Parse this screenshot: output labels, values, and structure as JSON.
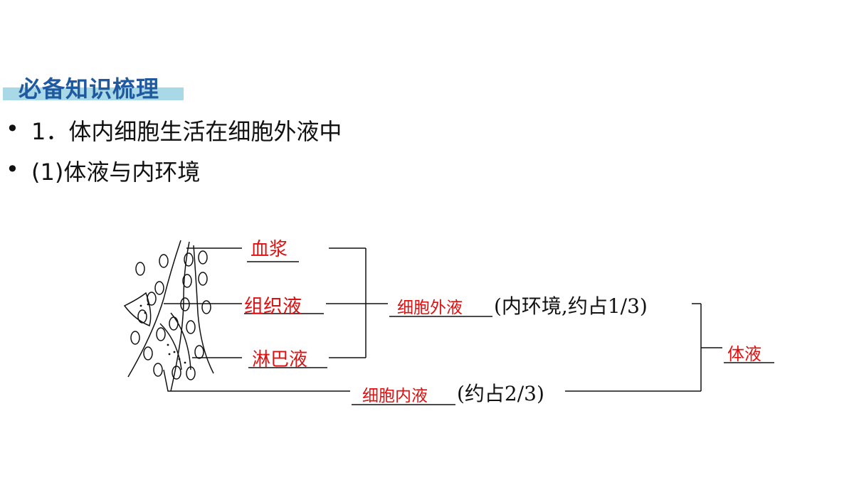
{
  "section": {
    "title": "必备知识梳理"
  },
  "points": [
    {
      "bullet": "•",
      "text": "1．体内细胞生活在细胞外液中"
    },
    {
      "bullet": "•",
      "text": "(1)体液与内环境"
    }
  ],
  "diagram": {
    "blood_plasma": "血浆",
    "tissue_fluid": "组织液",
    "lymph": "淋巴液",
    "extracellular": "细胞外液",
    "extracellular_note": "(内环境,约占1/3)",
    "intracellular": "细胞内液",
    "intracellular_note": "(约占2/3)",
    "body_fluid": "体液"
  },
  "colors": {
    "answer": "#e01010",
    "section_band": "#a9d8e6",
    "section_text": "#1f5aa0"
  }
}
